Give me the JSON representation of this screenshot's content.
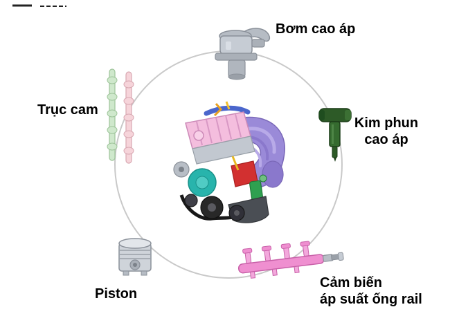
{
  "figure": {
    "type": "diagram",
    "description_role": "engine high-pressure fuel system components around central engine"
  },
  "labels": {
    "pump": "Bơm cao áp",
    "camshaft": "Trục cam",
    "injector_line1": "Kim phun",
    "injector_line2": "cao áp",
    "rail_line1": "Cảm biến",
    "rail_line2": "áp suất ống rail",
    "piston": "Piston"
  },
  "components": {
    "pump": "high-pressure-pump",
    "injector": "high-pressure-injector",
    "rail": "rail-pressure-sensor",
    "piston": "piston",
    "camshaft": "camshafts",
    "engine": "engine-assembly"
  },
  "colors": {
    "background": "#ffffff",
    "text": "#000000",
    "circle": "#c9c9c9",
    "pump_gray": "#c6ccd4",
    "pump_dark": "#aab0b8",
    "injector_green": "#2d5a27",
    "injector_green_light": "#356b2f",
    "rail_pink": "#ef8fd0",
    "rail_pink_light": "#f3a8dc",
    "sensor_gray": "#b8bec6",
    "piston_gray": "#cfd4da",
    "cam_green": "#cfe8cc",
    "cam_pink": "#f6d4da",
    "engine_cover_pink": "#f4bede",
    "engine_manifold_purple": "#9a8ad8",
    "engine_teal": "#28b4ac",
    "engine_red": "#d23030",
    "engine_green": "#2fa050",
    "engine_blue": "#4a66cc",
    "engine_head_gray": "#c2c8d0",
    "pulley_black": "#282828"
  }
}
